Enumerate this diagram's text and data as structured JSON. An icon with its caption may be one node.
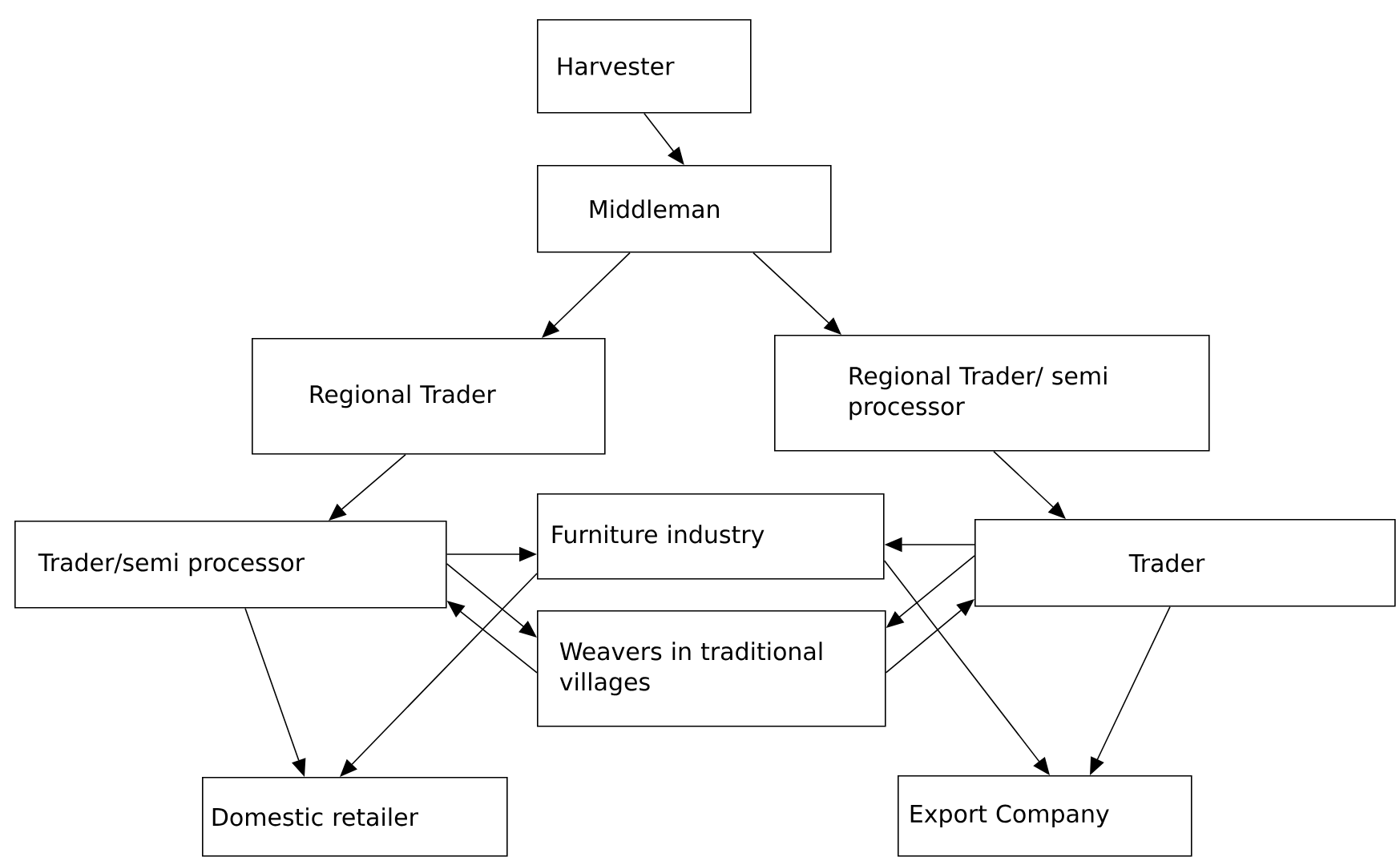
{
  "diagram": {
    "nodes": [
      {
        "text": [
          "Harvester"
        ]
      },
      {
        "text": [
          "Middleman"
        ]
      },
      {
        "text": [
          "Regional Trader"
        ]
      },
      {
        "text": [
          "Regional Trader/ semi processor"
        ]
      },
      {
        "text": [
          "Trader/semi processor"
        ]
      },
      {
        "text": [
          "Furniture industry"
        ]
      },
      {
        "text": [
          "Weavers in traditional villages"
        ]
      },
      {
        "text": [
          "Trader"
        ]
      },
      {
        "text": [
          "Domestic retailer"
        ]
      },
      {
        "text": [
          "Export Company"
        ]
      }
    ],
    "edges": [
      {
        "from": 0,
        "to": 1,
        "arrow": "to"
      },
      {
        "from": 1,
        "to": 2,
        "arrow": "to"
      },
      {
        "from": 1,
        "to": 3,
        "arrow": "to"
      },
      {
        "from": 2,
        "to": 4,
        "arrow": "to"
      },
      {
        "from": 3,
        "to": 7,
        "arrow": "to"
      },
      {
        "from": 4,
        "to": 5,
        "arrow": "to"
      },
      {
        "from": 4,
        "to": 6,
        "arrow": "to"
      },
      {
        "from": 6,
        "to": 4,
        "arrow": "to"
      },
      {
        "from": 5,
        "to": 8,
        "arrow": "to"
      },
      {
        "from": 4,
        "to": 8,
        "arrow": "to"
      },
      {
        "from": 7,
        "to": 5,
        "arrow": "to"
      },
      {
        "from": 7,
        "to": 6,
        "arrow": "to"
      },
      {
        "from": 6,
        "to": 7,
        "arrow": "to"
      },
      {
        "from": 5,
        "to": 9,
        "arrow": "to"
      },
      {
        "from": 7,
        "to": 9,
        "arrow": "to"
      }
    ]
  }
}
